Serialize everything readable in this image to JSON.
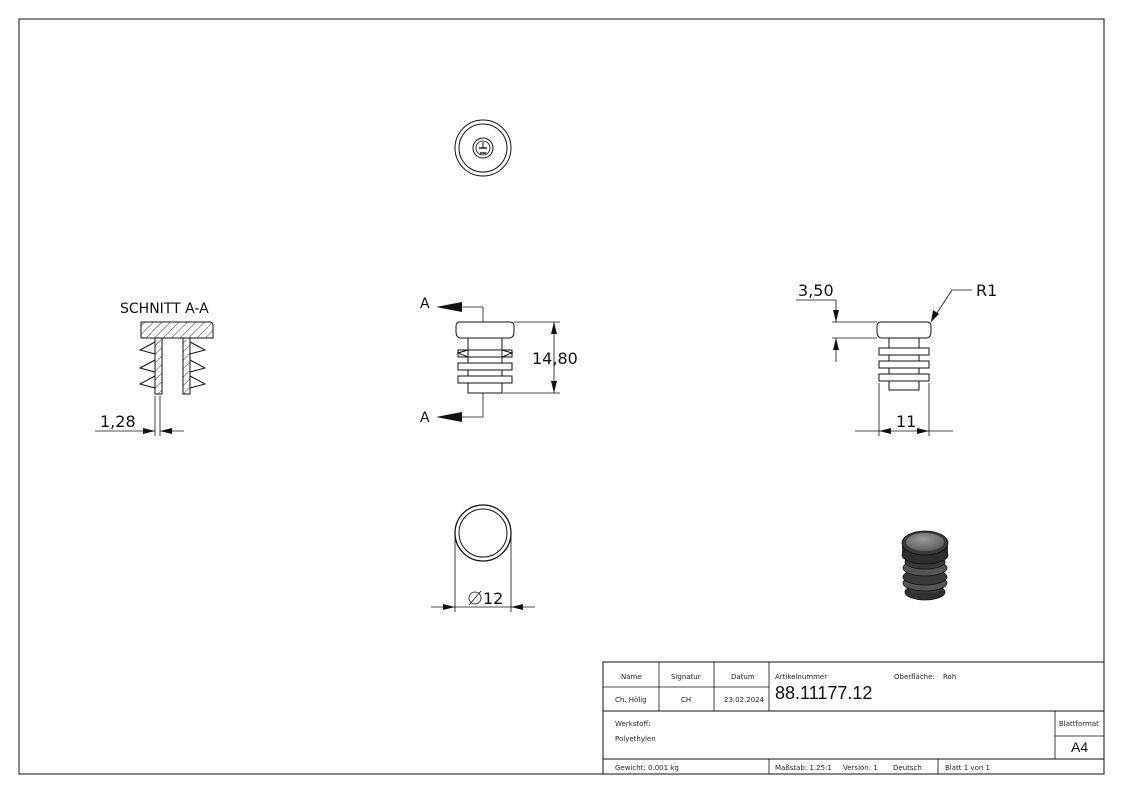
{
  "drawing": {
    "section_label": "SCHNITT A-A",
    "section_marker": "A",
    "dimensions": {
      "wall_thickness": "1,28",
      "height": "14,80",
      "cap_height": "3,50",
      "radius": "R1",
      "width": "11",
      "diameter": "12"
    }
  },
  "title_block": {
    "headers": {
      "name": "Name",
      "signature": "Signatur",
      "date": "Datum"
    },
    "name": "Ch. Hölig",
    "signature": "CH",
    "date": "23.02.2024",
    "article_label": "Artikelnummer",
    "article_number": "88.11177.12",
    "surface_label": "Oberfläche:",
    "surface_value": "Roh",
    "material_label": "Werkstoff:",
    "material_value": "Polyethylen",
    "format_label": "Blattformat",
    "format_value": "A4",
    "weight": "Gewicht: 0.001 kg",
    "scale": "Maßstab: 1.25:1",
    "version": "Version: 1",
    "language": "Deutsch",
    "sheet": "Blatt 1 von 1"
  }
}
